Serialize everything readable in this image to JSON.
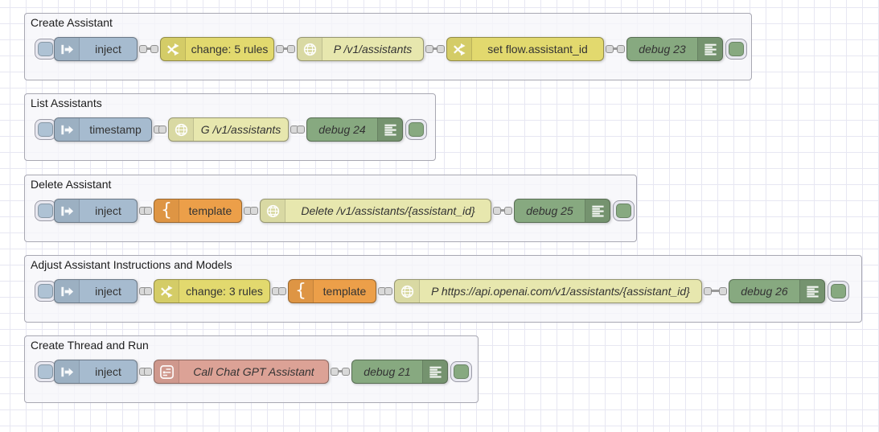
{
  "colors": {
    "inject": "#a6bbcf",
    "change": "#e2d96e",
    "http_request": "#e7e7ae",
    "template": "#ec9f49",
    "debug": "#87a980",
    "subflow": "#dca296",
    "wire": "#999999",
    "group_border": "#a8a8b2",
    "grid_line": "#e7e7f2"
  },
  "groups": [
    {
      "label": "Create Assistant",
      "nodes": [
        {
          "type": "inject",
          "label": "inject"
        },
        {
          "type": "change",
          "label": "change: 5 rules"
        },
        {
          "type": "http-request",
          "label": "P /v1/assistants"
        },
        {
          "type": "change",
          "label": "set flow.assistant_id"
        },
        {
          "type": "debug",
          "label": "debug 23"
        }
      ]
    },
    {
      "label": "List Assistants",
      "nodes": [
        {
          "type": "inject",
          "label": "timestamp"
        },
        {
          "type": "http-request",
          "label": "G /v1/assistants"
        },
        {
          "type": "debug",
          "label": "debug 24"
        }
      ]
    },
    {
      "label": "Delete Assistant",
      "nodes": [
        {
          "type": "inject",
          "label": "inject"
        },
        {
          "type": "template",
          "label": "template"
        },
        {
          "type": "http-request",
          "label": "Delete /v1/assistants/{assistant_id}"
        },
        {
          "type": "debug",
          "label": "debug 25"
        }
      ]
    },
    {
      "label": "Adjust Assistant Instructions and Models",
      "nodes": [
        {
          "type": "inject",
          "label": "inject"
        },
        {
          "type": "change",
          "label": "change: 3 rules"
        },
        {
          "type": "template",
          "label": "template"
        },
        {
          "type": "http-request",
          "label": "P https://api.openai.com/v1/assistants/{assistant_id}"
        },
        {
          "type": "debug",
          "label": "debug 26"
        }
      ]
    },
    {
      "label": "Create Thread and Run",
      "nodes": [
        {
          "type": "inject",
          "label": "inject"
        },
        {
          "type": "subflow",
          "label": "Call Chat GPT Assistant"
        },
        {
          "type": "debug",
          "label": "debug 21"
        }
      ]
    }
  ]
}
